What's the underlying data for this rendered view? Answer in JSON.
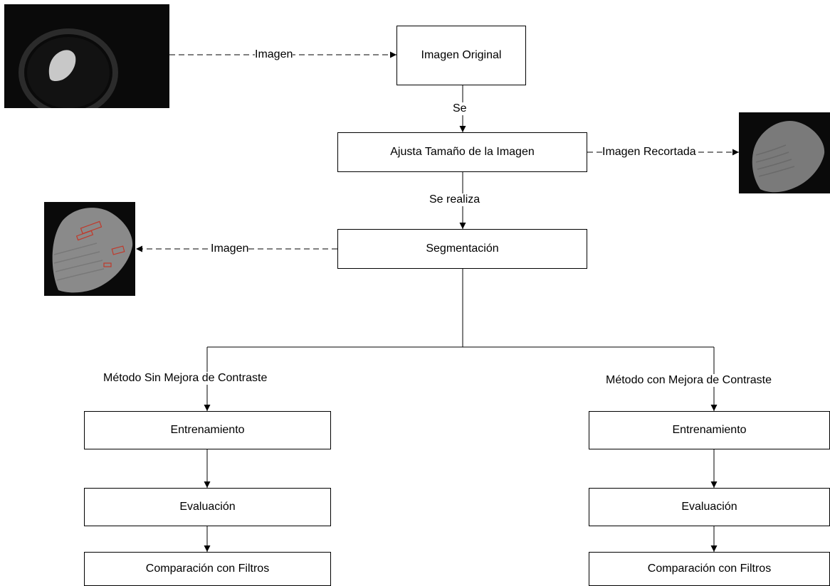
{
  "nodes": {
    "original": "Imagen Original",
    "resize": "Ajusta Tamaño de la Imagen",
    "segmentation": "Segmentación",
    "left_training": "Entrenamiento",
    "left_evaluation": "Evaluación",
    "left_comparison": "Comparación con Filtros",
    "right_training": "Entrenamiento",
    "right_evaluation": "Evaluación",
    "right_comparison": "Comparación con Filtros"
  },
  "edge_labels": {
    "input_image": "Imagen",
    "se": "Se",
    "se_realiza": "Se realiza",
    "cropped_image": "Imagen Recortada",
    "segmented_image": "Imagen",
    "method_without": "Método Sin Mejora de Contraste",
    "method_with": "Método con Mejora de Contraste"
  },
  "colors": {
    "line": "#000000",
    "thumb_bg": "#0a0a0a",
    "annotation": "#c0392b"
  }
}
